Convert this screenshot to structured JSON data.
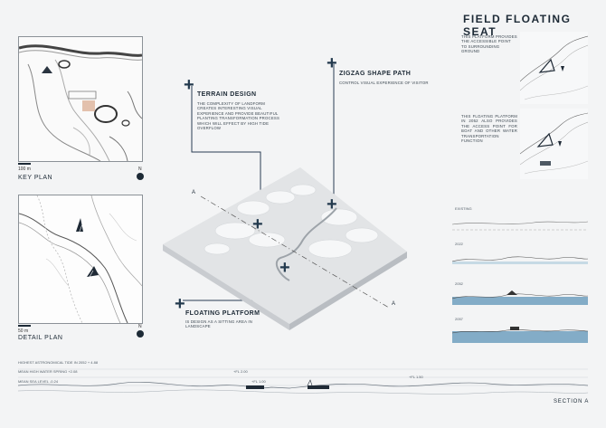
{
  "title": "FIELD FLOATING SEAT",
  "key_plan": {
    "label": "KEY PLAN",
    "scale": "100 m",
    "north": "N"
  },
  "detail_plan": {
    "label": "DETAIL PLAN",
    "scale": "50 m",
    "north": "N"
  },
  "callouts": {
    "terrain": {
      "heading": "TERRAIN DESIGN",
      "text": "THE COMPLEXITY OF LANDFORM CREATES INTERESTING VISUAL EXPERIENCE AND PROVIDE BEAUTIFUL PLANTING TRANSFORMATION PROCESS WHICH WILL EFFECT BY HIGH TIDE OVERFLOW"
    },
    "zigzag": {
      "heading": "ZIGZAG SHAPE PATH",
      "text": "CONTROL VISUAL EXPERIENCE OF VISITOR"
    },
    "floating": {
      "heading": "FLOATING PLATFORM",
      "text": "IS DESIGN AS A SITTING AREA IN LANDSCAPE"
    }
  },
  "section_markers": {
    "a1": "A",
    "a2": "A"
  },
  "right_notes": {
    "note1": "THIS PLATFORM PROVIDES THE ACCESSIBLE POINT TO SURROUNDING GROUND",
    "note2": "THIS FLOATING PLATFORM IN 2052 ALSO PROVIDES THE ACCESS POINT FOR BOAT AND OTHER WATER TRANSPORTATION FUNCTION"
  },
  "stages": [
    "EXISTING",
    "2022",
    "2052",
    "2057"
  ],
  "section": {
    "label": "SECTION A",
    "tide1": "HIGHEST ASTRONOMICAL TIDE IN 2052 + 4.88",
    "tide2": "MEAN HIGH WATER SPRING +2.08",
    "tide3": "MEAN SEA LEVEL -0.24",
    "lvl1": "+FL 2.00",
    "lvl2": "+FL 1.50",
    "lvl3": "+FL 1.00"
  },
  "colors": {
    "ink": "#1d2a36",
    "water": "#6f9fbe",
    "water_light": "#a9c8db"
  }
}
